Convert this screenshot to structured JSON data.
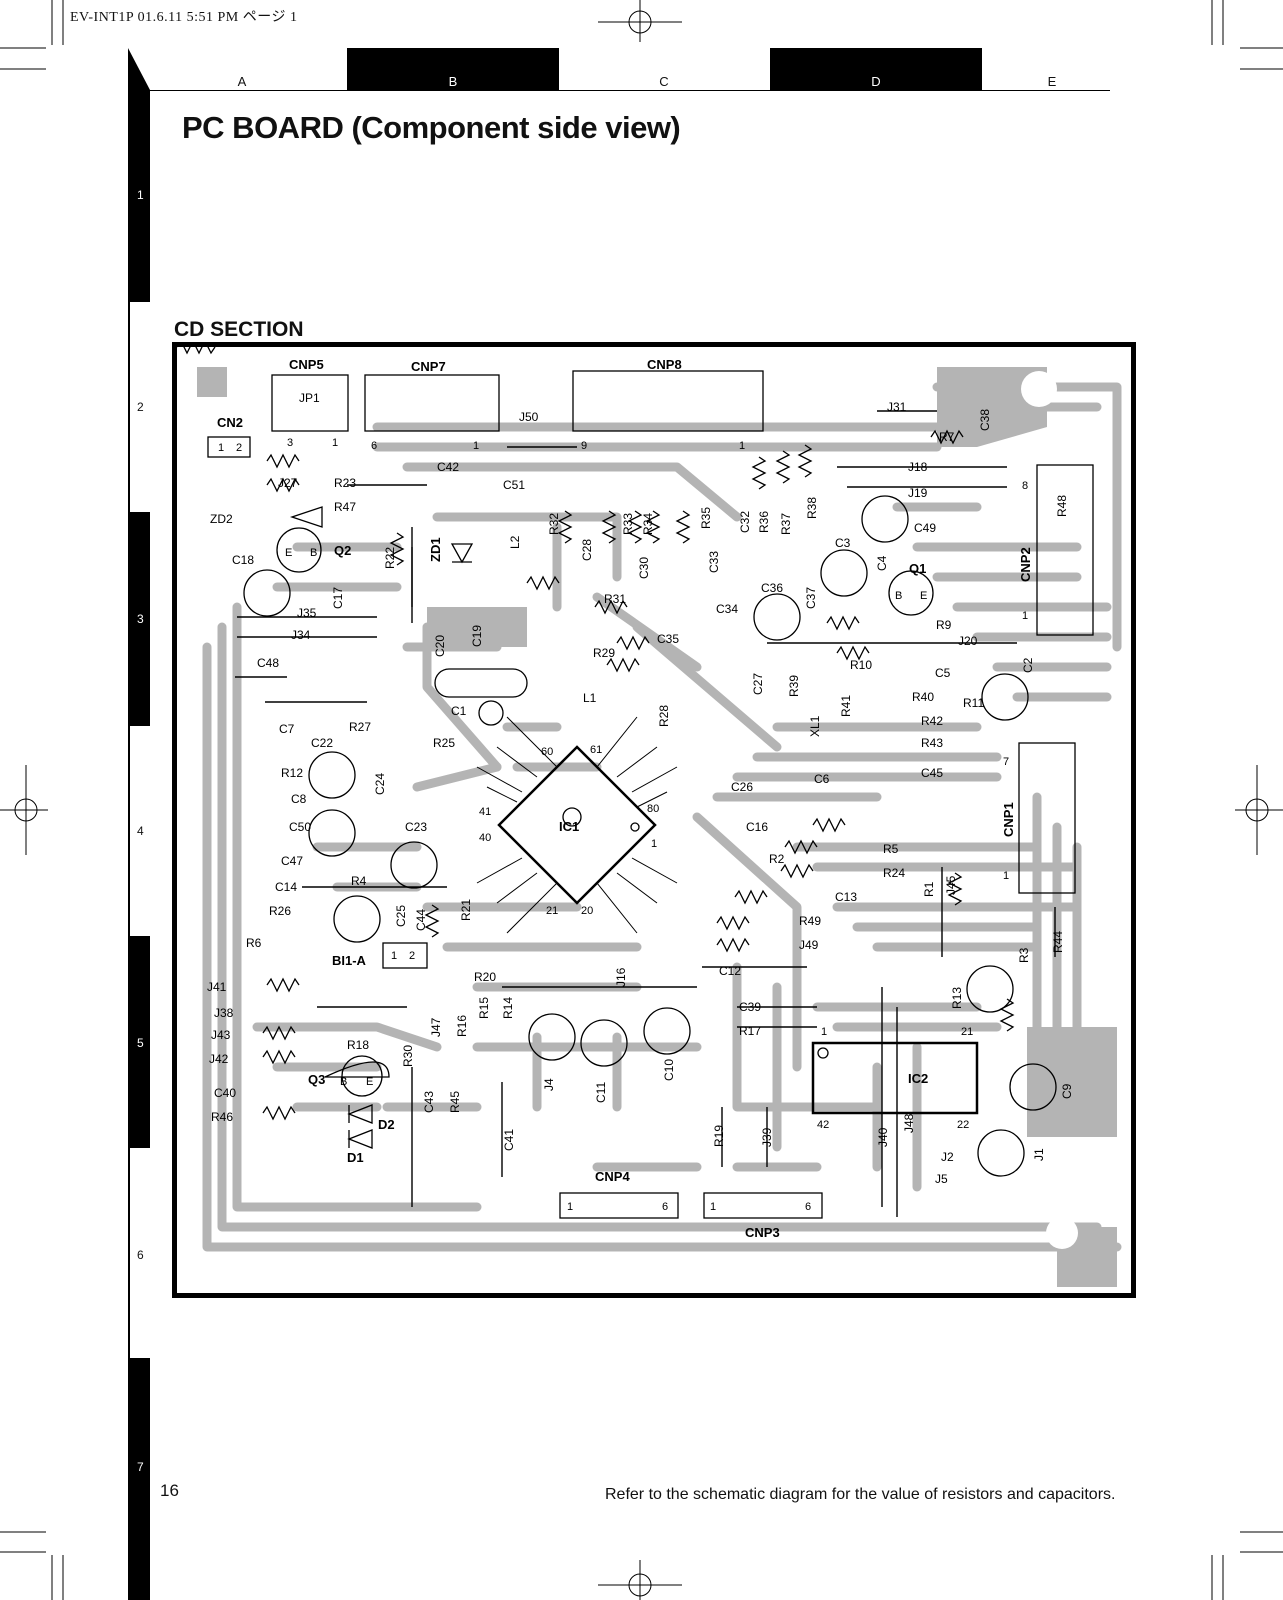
{
  "header": {
    "stamp": "EV-INT1P  01.6.11 5:51 PM  ページ 1"
  },
  "columns": [
    "A",
    "B",
    "C",
    "D",
    "E"
  ],
  "rows": [
    "1",
    "2",
    "3",
    "4",
    "5",
    "6",
    "7"
  ],
  "page_title": "PC BOARD (Component side view)",
  "section_title": "CD SECTION",
  "page_number": "16",
  "footnote": "Refer to the schematic diagram for the value of resistors and capacitors.",
  "board": {
    "bold_labels": [
      "CNP5",
      "CNP7",
      "CNP8",
      "CN2",
      "Q2",
      "ZD1",
      "Q1",
      "CNP2",
      "CNP1",
      "IC1",
      "BI1-A",
      "Q3",
      "D2",
      "D1",
      "IC2",
      "CNP4",
      "CNP3"
    ],
    "labels": [
      "JP1",
      "J50",
      "J31",
      "C38",
      "R7",
      "J18",
      "J19",
      "R48",
      "J27",
      "R23",
      "R47",
      "C42",
      "C51",
      "ZD2",
      "R22",
      "L2",
      "R32",
      "C28",
      "R33",
      "R34",
      "R35",
      "C32",
      "R36",
      "R37",
      "R38",
      "C49",
      "C18",
      "C17",
      "C30",
      "C33",
      "C3",
      "C4",
      "J35",
      "J34",
      "C20",
      "C19",
      "R31",
      "C36",
      "C34",
      "C37",
      "R9",
      "J20",
      "C48",
      "C35",
      "R29",
      "R10",
      "C5",
      "C2",
      "L1",
      "R28",
      "C27",
      "R39",
      "R40",
      "R11",
      "C1",
      "XL1",
      "R41",
      "R42",
      "C7",
      "R27",
      "C22",
      "R25",
      "R43",
      "R12",
      "C24",
      "C45",
      "C8",
      "C26",
      "C6",
      "C50",
      "C23",
      "C16",
      "R5",
      "R2",
      "C47",
      "R24",
      "R4",
      "C14",
      "R26",
      "C25",
      "C44",
      "R21",
      "C13",
      "R1",
      "J45",
      "R49",
      "R6",
      "J49",
      "R3",
      "R44",
      "J41",
      "R20",
      "J16",
      "C12",
      "J38",
      "J47",
      "R16",
      "R15",
      "R14",
      "R13",
      "C39",
      "J43",
      "R18",
      "R17",
      "J42",
      "R30",
      "J4",
      "C11",
      "C10",
      "C9",
      "C40",
      "C43",
      "R45",
      "R46",
      "R19",
      "J39",
      "J40",
      "J48",
      "J1",
      "C41",
      "J2",
      "J5",
      "J46"
    ],
    "pin_numbers": [
      "1",
      "2",
      "3",
      "1",
      "6",
      "1",
      "9",
      "1",
      "8",
      "1",
      "E",
      "B",
      "B",
      "E",
      "60",
      "61",
      "41",
      "80",
      "40",
      "1",
      "21",
      "20",
      "7",
      "1",
      "1",
      "2",
      "B",
      "E",
      "1",
      "21",
      "42",
      "22",
      "1",
      "6",
      "1",
      "6"
    ]
  }
}
